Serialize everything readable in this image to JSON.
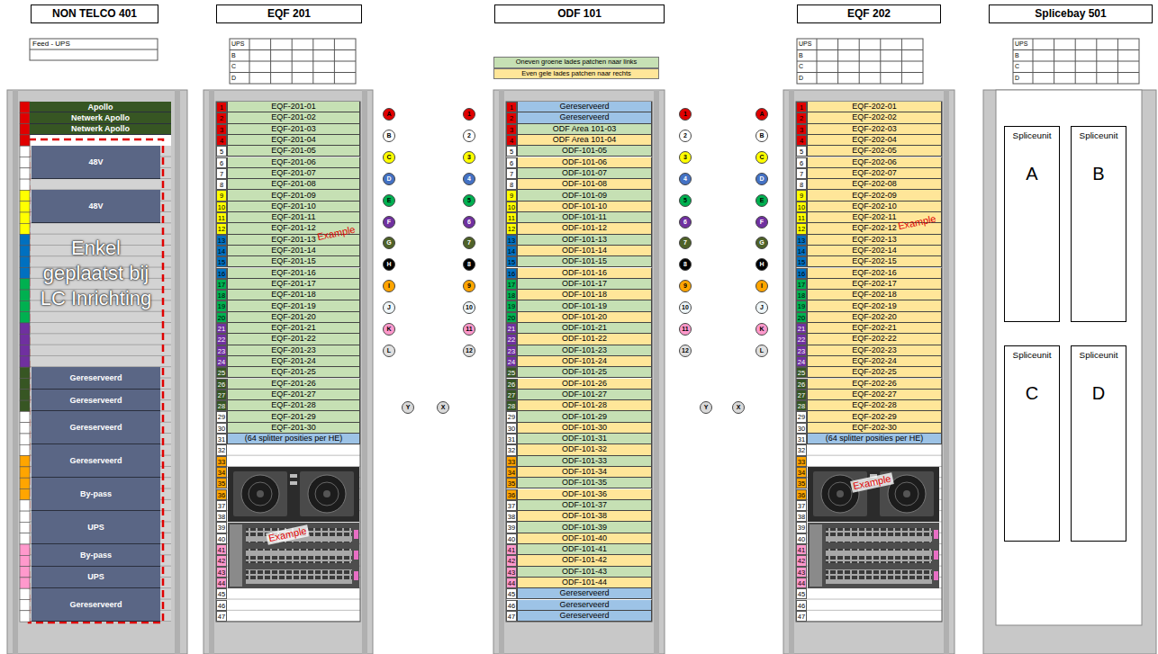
{
  "diagram": {
    "nodes": [
      {
        "text": [
          "NON TELCO 401"
        ]
      },
      {
        "text": [
          "EQF 201"
        ]
      },
      {
        "text": [
          "ODF 101"
        ]
      },
      {
        "text": [
          "EQF 202"
        ]
      },
      {
        "text": [
          "Splicebay 501"
        ]
      },
      {
        "text": [
          "Apollo"
        ],
        "in": 0
      },
      {
        "text": [
          "Netwerk Apollo"
        ],
        "in": 0
      },
      {
        "text": [
          "Netwerk Apollo"
        ],
        "in": 0
      },
      {
        "text": [
          "48V"
        ],
        "in": 0
      },
      {
        "text": [
          "48V"
        ],
        "in": 0
      },
      {
        "text": [
          "Gereserveerd"
        ],
        "in": 0
      },
      {
        "text": [
          "Gereserveerd"
        ],
        "in": 0
      },
      {
        "text": [
          "Gereserveerd"
        ],
        "in": 0
      },
      {
        "text": [
          "Gereserveerd"
        ],
        "in": 0
      },
      {
        "text": [
          "By-pass"
        ],
        "in": 0
      },
      {
        "text": [
          "UPS"
        ],
        "in": 0
      },
      {
        "text": [
          "By-pass"
        ],
        "in": 0
      },
      {
        "text": [
          "UPS"
        ],
        "in": 0
      },
      {
        "text": [
          "Gereserveerd"
        ],
        "in": 0
      },
      {
        "text": [
          "EQF-201-01"
        ],
        "in": 1
      },
      {
        "text": [
          "EQF-201-02"
        ],
        "in": 1
      },
      {
        "text": [
          "EQF-201-03"
        ],
        "in": 1
      },
      {
        "text": [
          "EQF-201-04"
        ],
        "in": 1
      },
      {
        "text": [
          "EQF-201-05"
        ],
        "in": 1
      },
      {
        "text": [
          "EQF-201-06"
        ],
        "in": 1
      },
      {
        "text": [
          "EQF-201-07"
        ],
        "in": 1
      },
      {
        "text": [
          "EQF-201-08"
        ],
        "in": 1
      },
      {
        "text": [
          "EQF-201-09"
        ],
        "in": 1
      },
      {
        "text": [
          "EQF-201-10"
        ],
        "in": 1
      },
      {
        "text": [
          "EQF-201-11"
        ],
        "in": 1
      },
      {
        "text": [
          "EQF-201-12"
        ],
        "in": 1
      },
      {
        "text": [
          "EQF-201-13"
        ],
        "in": 1
      },
      {
        "text": [
          "EQF-201-14"
        ],
        "in": 1
      },
      {
        "text": [
          "EQF-201-15"
        ],
        "in": 1
      },
      {
        "text": [
          "EQF-201-16"
        ],
        "in": 1
      },
      {
        "text": [
          "EQF-201-17"
        ],
        "in": 1
      },
      {
        "text": [
          "EQF-201-18"
        ],
        "in": 1
      },
      {
        "text": [
          "EQF-201-19"
        ],
        "in": 1
      },
      {
        "text": [
          "EQF-201-20"
        ],
        "in": 1
      },
      {
        "text": [
          "EQF-201-21"
        ],
        "in": 1
      },
      {
        "text": [
          "EQF-201-22"
        ],
        "in": 1
      },
      {
        "text": [
          "EQF-201-23"
        ],
        "in": 1
      },
      {
        "text": [
          "EQF-201-24"
        ],
        "in": 1
      },
      {
        "text": [
          "EQF-201-25"
        ],
        "in": 1
      },
      {
        "text": [
          "EQF-201-26"
        ],
        "in": 1
      },
      {
        "text": [
          "EQF-201-27"
        ],
        "in": 1
      },
      {
        "text": [
          "EQF-201-28"
        ],
        "in": 1
      },
      {
        "text": [
          "EQF-201-29"
        ],
        "in": 1
      },
      {
        "text": [
          "EQF-201-30"
        ],
        "in": 1
      },
      {
        "text": [
          "(64 splitter posities per HE)"
        ],
        "in": 1
      },
      {
        "text": [
          "A"
        ]
      },
      {
        "text": [
          "B"
        ]
      },
      {
        "text": [
          "C"
        ]
      },
      {
        "text": [
          "D"
        ]
      },
      {
        "text": [
          "E"
        ]
      },
      {
        "text": [
          "F"
        ]
      },
      {
        "text": [
          "G"
        ]
      },
      {
        "text": [
          "H"
        ]
      },
      {
        "text": [
          "I"
        ]
      },
      {
        "text": [
          "J"
        ]
      },
      {
        "text": [
          "K"
        ]
      },
      {
        "text": [
          "L"
        ]
      },
      {
        "text": [
          "1"
        ]
      },
      {
        "text": [
          "2"
        ]
      },
      {
        "text": [
          "3"
        ]
      },
      {
        "text": [
          "4"
        ]
      },
      {
        "text": [
          "5"
        ]
      },
      {
        "text": [
          "6"
        ]
      },
      {
        "text": [
          "7"
        ]
      },
      {
        "text": [
          "8"
        ]
      },
      {
        "text": [
          "9"
        ]
      },
      {
        "text": [
          "10"
        ]
      },
      {
        "text": [
          "11"
        ]
      },
      {
        "text": [
          "12"
        ]
      },
      {
        "text": [
          "Y"
        ]
      },
      {
        "text": [
          "X"
        ]
      },
      {
        "text": [
          "Gereserveerd"
        ],
        "in": 2
      },
      {
        "text": [
          "Gereserveerd"
        ],
        "in": 2
      },
      {
        "text": [
          "ODF Area 101-03"
        ],
        "in": 2
      },
      {
        "text": [
          "ODF Area 101-04"
        ],
        "in": 2
      },
      {
        "text": [
          "ODF-101-05"
        ],
        "in": 2
      },
      {
        "text": [
          "ODF-101-06"
        ],
        "in": 2
      },
      {
        "text": [
          "ODF-101-07"
        ],
        "in": 2
      },
      {
        "text": [
          "ODF-101-08"
        ],
        "in": 2
      },
      {
        "text": [
          "ODF-101-09"
        ],
        "in": 2
      },
      {
        "text": [
          "ODF-101-10"
        ],
        "in": 2
      },
      {
        "text": [
          "ODF-101-11"
        ],
        "in": 2
      },
      {
        "text": [
          "ODF-101-12"
        ],
        "in": 2
      },
      {
        "text": [
          "ODF-101-13"
        ],
        "in": 2
      },
      {
        "text": [
          "ODF-101-14"
        ],
        "in": 2
      },
      {
        "text": [
          "ODF-101-15"
        ],
        "in": 2
      },
      {
        "text": [
          "ODF-101-16"
        ],
        "in": 2
      },
      {
        "text": [
          "ODF-101-17"
        ],
        "in": 2
      },
      {
        "text": [
          "ODF-101-18"
        ],
        "in": 2
      },
      {
        "text": [
          "ODF-101-19"
        ],
        "in": 2
      },
      {
        "text": [
          "ODF-101-20"
        ],
        "in": 2
      },
      {
        "text": [
          "ODF-101-21"
        ],
        "in": 2
      },
      {
        "text": [
          "ODF-101-22"
        ],
        "in": 2
      },
      {
        "text": [
          "ODF-101-23"
        ],
        "in": 2
      },
      {
        "text": [
          "ODF-101-24"
        ],
        "in": 2
      },
      {
        "text": [
          "ODF-101-25"
        ],
        "in": 2
      },
      {
        "text": [
          "ODF-101-26"
        ],
        "in": 2
      },
      {
        "text": [
          "ODF-101-27"
        ],
        "in": 2
      },
      {
        "text": [
          "ODF-101-28"
        ],
        "in": 2
      },
      {
        "text": [
          "ODF-101-29"
        ],
        "in": 2
      },
      {
        "text": [
          "ODF-101-30"
        ],
        "in": 2
      },
      {
        "text": [
          "ODF-101-31"
        ],
        "in": 2
      },
      {
        "text": [
          "ODF-101-32"
        ],
        "in": 2
      },
      {
        "text": [
          "ODF-101-33"
        ],
        "in": 2
      },
      {
        "text": [
          "ODF-101-34"
        ],
        "in": 2
      },
      {
        "text": [
          "ODF-101-35"
        ],
        "in": 2
      },
      {
        "text": [
          "ODF-101-36"
        ],
        "in": 2
      },
      {
        "text": [
          "ODF-101-37"
        ],
        "in": 2
      },
      {
        "text": [
          "ODF-101-38"
        ],
        "in": 2
      },
      {
        "text": [
          "ODF-101-39"
        ],
        "in": 2
      },
      {
        "text": [
          "ODF-101-40"
        ],
        "in": 2
      },
      {
        "text": [
          "ODF-101-41"
        ],
        "in": 2
      },
      {
        "text": [
          "ODF-101-42"
        ],
        "in": 2
      },
      {
        "text": [
          "ODF-101-43"
        ],
        "in": 2
      },
      {
        "text": [
          "ODF-101-44"
        ],
        "in": 2
      },
      {
        "text": [
          "Gereserveerd"
        ],
        "in": 2
      },
      {
        "text": [
          "Gereserveerd"
        ],
        "in": 2
      },
      {
        "text": [
          "Gereserveerd"
        ],
        "in": 2
      },
      {
        "text": [
          "1"
        ]
      },
      {
        "text": [
          "2"
        ]
      },
      {
        "text": [
          "3"
        ]
      },
      {
        "text": [
          "4"
        ]
      },
      {
        "text": [
          "5"
        ]
      },
      {
        "text": [
          "6"
        ]
      },
      {
        "text": [
          "7"
        ]
      },
      {
        "text": [
          "8"
        ]
      },
      {
        "text": [
          "9"
        ]
      },
      {
        "text": [
          "10"
        ]
      },
      {
        "text": [
          "11"
        ]
      },
      {
        "text": [
          "12"
        ]
      },
      {
        "text": [
          "A"
        ]
      },
      {
        "text": [
          "B"
        ]
      },
      {
        "text": [
          "C"
        ]
      },
      {
        "text": [
          "D"
        ]
      },
      {
        "text": [
          "E"
        ]
      },
      {
        "text": [
          "F"
        ]
      },
      {
        "text": [
          "G"
        ]
      },
      {
        "text": [
          "H"
        ]
      },
      {
        "text": [
          "I"
        ]
      },
      {
        "text": [
          "J"
        ]
      },
      {
        "text": [
          "K"
        ]
      },
      {
        "text": [
          "L"
        ]
      },
      {
        "text": [
          "Y"
        ]
      },
      {
        "text": [
          "X"
        ]
      },
      {
        "text": [
          "EQF-202-01"
        ],
        "in": 3
      },
      {
        "text": [
          "EQF-202-02"
        ],
        "in": 3
      },
      {
        "text": [
          "EQF-202-03"
        ],
        "in": 3
      },
      {
        "text": [
          "EQF-202-04"
        ],
        "in": 3
      },
      {
        "text": [
          "EQF-202-05"
        ],
        "in": 3
      },
      {
        "text": [
          "EQF-202-06"
        ],
        "in": 3
      },
      {
        "text": [
          "EQF-202-07"
        ],
        "in": 3
      },
      {
        "text": [
          "EQF-202-08"
        ],
        "in": 3
      },
      {
        "text": [
          "EQF-202-09"
        ],
        "in": 3
      },
      {
        "text": [
          "EQF-202-10"
        ],
        "in": 3
      },
      {
        "text": [
          "EQF-202-11"
        ],
        "in": 3
      },
      {
        "text": [
          "EQF-202-12"
        ],
        "in": 3
      },
      {
        "text": [
          "EQF-202-13"
        ],
        "in": 3
      },
      {
        "text": [
          "EQF-202-14"
        ],
        "in": 3
      },
      {
        "text": [
          "EQF-202-15"
        ],
        "in": 3
      },
      {
        "text": [
          "EQF-202-16"
        ],
        "in": 3
      },
      {
        "text": [
          "EQF-202-17"
        ],
        "in": 3
      },
      {
        "text": [
          "EQF-202-18"
        ],
        "in": 3
      },
      {
        "text": [
          "EQF-202-19"
        ],
        "in": 3
      },
      {
        "text": [
          "EQF-202-20"
        ],
        "in": 3
      },
      {
        "text": [
          "EQF-202-21"
        ],
        "in": 3
      },
      {
        "text": [
          "EQF-202-22"
        ],
        "in": 3
      },
      {
        "text": [
          "EQF-202-23"
        ],
        "in": 3
      },
      {
        "text": [
          "EQF-202-24"
        ],
        "in": 3
      },
      {
        "text": [
          "EQF-202-25"
        ],
        "in": 3
      },
      {
        "text": [
          "EQF-202-26"
        ],
        "in": 3
      },
      {
        "text": [
          "EQF-202-27"
        ],
        "in": 3
      },
      {
        "text": [
          "EQF-202-28"
        ],
        "in": 3
      },
      {
        "text": [
          "EQF-202-29"
        ],
        "in": 3
      },
      {
        "text": [
          "EQF-202-30"
        ],
        "in": 3
      },
      {
        "text": [
          "(64 splitter posities per HE)"
        ],
        "in": 3
      },
      {
        "text": [
          "Spliceunit",
          "A"
        ],
        "in": 4
      },
      {
        "text": [
          "Spliceunit",
          "B"
        ],
        "in": 4
      },
      {
        "text": [
          "Spliceunit",
          "C"
        ],
        "in": 4
      },
      {
        "text": [
          "Spliceunit",
          "D"
        ],
        "in": 4
      }
    ],
    "labels": [
      "Feed - UPS",
      "Enkel geplaatst bij LC Inrichting",
      "UPS",
      "B",
      "C",
      "D",
      "1",
      "2",
      "3",
      "4",
      "5",
      "6",
      "7",
      "8",
      "9",
      "10",
      "11",
      "12",
      "13",
      "14",
      "15",
      "16",
      "17",
      "18",
      "19",
      "20",
      "21",
      "22",
      "23",
      "24",
      "25",
      "26",
      "27",
      "28",
      "29",
      "30",
      "31",
      "32",
      "33",
      "34",
      "35",
      "36",
      "37",
      "38",
      "39",
      "40",
      "41",
      "42",
      "43",
      "44",
      "45",
      "46",
      "47",
      "Example",
      "Example",
      "1",
      "2",
      "3",
      "4",
      "5",
      "6",
      "7",
      "8",
      "9",
      "10",
      "11",
      "12",
      "13",
      "14",
      "15",
      "16",
      "17",
      "18",
      "19",
      "20",
      "21",
      "22",
      "23",
      "24",
      "25",
      "26",
      "27",
      "28",
      "29",
      "30",
      "31",
      "32",
      "33",
      "34",
      "35",
      "36",
      "37",
      "38",
      "39",
      "40",
      "41",
      "42",
      "43",
      "44",
      "45",
      "46",
      "47",
      "UPS",
      "B",
      "C",
      "D",
      "1",
      "2",
      "3",
      "4",
      "5",
      "6",
      "7",
      "8",
      "9",
      "10",
      "11",
      "12",
      "13",
      "14",
      "15",
      "16",
      "17",
      "18",
      "19",
      "20",
      "21",
      "22",
      "23",
      "24",
      "25",
      "26",
      "27",
      "28",
      "29",
      "30",
      "31",
      "32",
      "33",
      "34",
      "35",
      "36",
      "37",
      "38",
      "39",
      "40",
      "41",
      "42",
      "43",
      "44",
      "45",
      "46",
      "47",
      "Example",
      "Example",
      "UPS",
      "B",
      "C",
      "D"
    ],
    "legend": [
      {
        "text": "Oneven groene lades patchen naar links",
        "color": "#c6e0b4"
      },
      {
        "text": "Even gele lades patchen naar rechts",
        "color": "#ffe699"
      }
    ]
  }
}
